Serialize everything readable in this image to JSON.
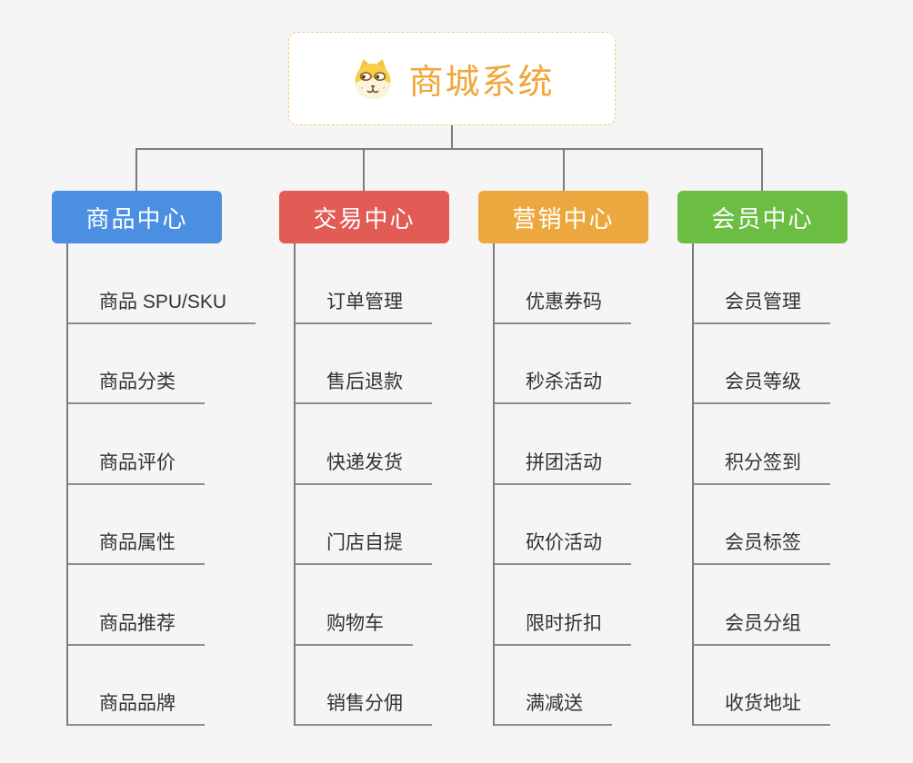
{
  "page": {
    "background": "#f5f5f5",
    "connector_color": "#7d7d7d",
    "underline_color": "#8c8c8c"
  },
  "root": {
    "title": "商城系统",
    "icon": "dog-face",
    "text_color": "#f0a63a",
    "border_color": "#f3c586"
  },
  "branches": [
    {
      "label": "商品中心",
      "color": "#4a8fe2",
      "children": [
        "商品 SPU/SKU",
        "商品分类",
        "商品评价",
        "商品属性",
        "商品推荐",
        "商品品牌"
      ]
    },
    {
      "label": "交易中心",
      "color": "#e25b55",
      "children": [
        "订单管理",
        "售后退款",
        "快递发货",
        "门店自提",
        "购物车",
        "销售分佣"
      ]
    },
    {
      "label": "营销中心",
      "color": "#eca83e",
      "children": [
        "优惠券码",
        "秒杀活动",
        "拼团活动",
        "砍价活动",
        "限时折扣",
        "满减送"
      ]
    },
    {
      "label": "会员中心",
      "color": "#6cbe43",
      "children": [
        "会员管理",
        "会员等级",
        "积分签到",
        "会员标签",
        "会员分组",
        "收货地址"
      ]
    }
  ]
}
